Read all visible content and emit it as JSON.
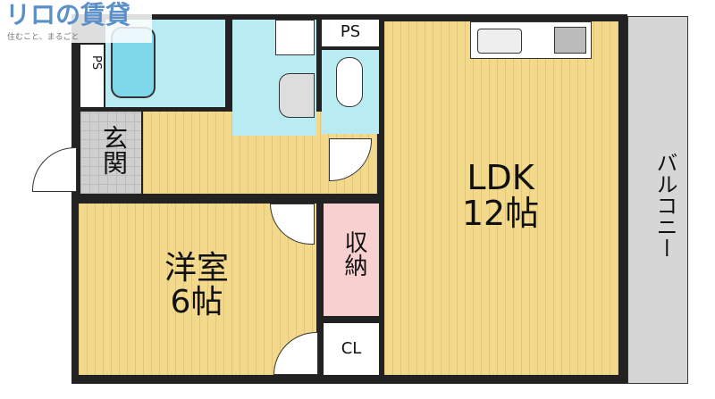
{
  "logo": {
    "text": "リロの賃貸",
    "tagline": "住むこと、まるごと"
  },
  "rooms": {
    "ldk": {
      "name": "LDK",
      "size": "12帖"
    },
    "western": {
      "name": "洋室",
      "size": "6帖"
    },
    "storage": "収納",
    "closet": "CL",
    "entrance": "玄関",
    "ps_top": "PS",
    "ps_left": "PS",
    "balcony": "バルコニー"
  },
  "colors": {
    "wood": "#f2d98c",
    "wet": "#b8ecf2",
    "storage": "#f8d0d0",
    "entrance": "#cfcfcf",
    "balcony": "#d6d6d6"
  }
}
